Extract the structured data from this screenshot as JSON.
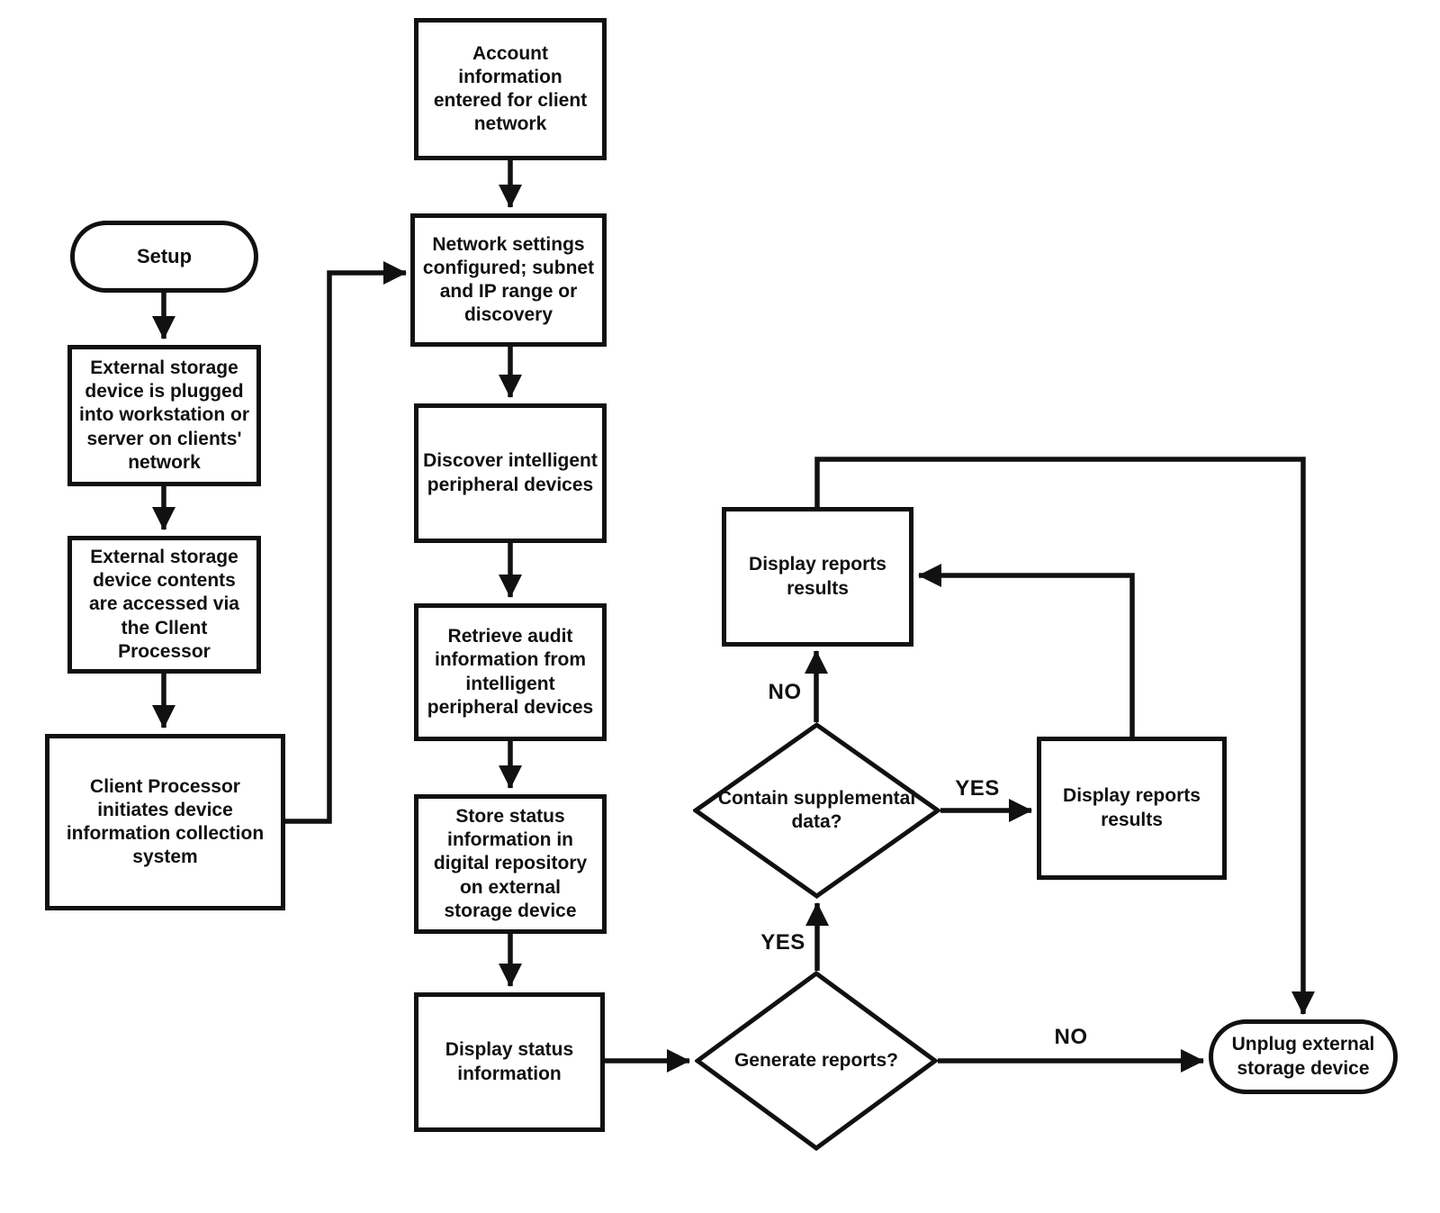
{
  "nodes": {
    "setup": "Setup",
    "ext_plugged": "External storage device is plugged into workstation or server on clients' network",
    "ext_contents": "External storage device contents are accessed via the Cllent Processor",
    "client_processor": "Client Processor initiates device information collection system",
    "account": "Account information entered for client network",
    "network": "Network settings configured; subnet and IP range or discovery",
    "discover": "Discover intelligent peripheral devices",
    "retrieve": "Retrieve audit information from intelligent peripheral devices",
    "store": "Store status information in digital repository on external storage device",
    "display_status": "Display status information",
    "generate_reports": "Generate reports?",
    "contain_supplemental": "Contain supplemental data?",
    "display_reports_left": "Display reports results",
    "display_reports_right": "Display reports results",
    "unplug": "Unplug external storage device"
  },
  "edge_labels": {
    "generate_yes": "YES",
    "generate_no": "NO",
    "contain_yes": "YES",
    "contain_no": "NO"
  },
  "colors": {
    "line": "#111111",
    "background": "#ffffff",
    "text": "#111111"
  }
}
